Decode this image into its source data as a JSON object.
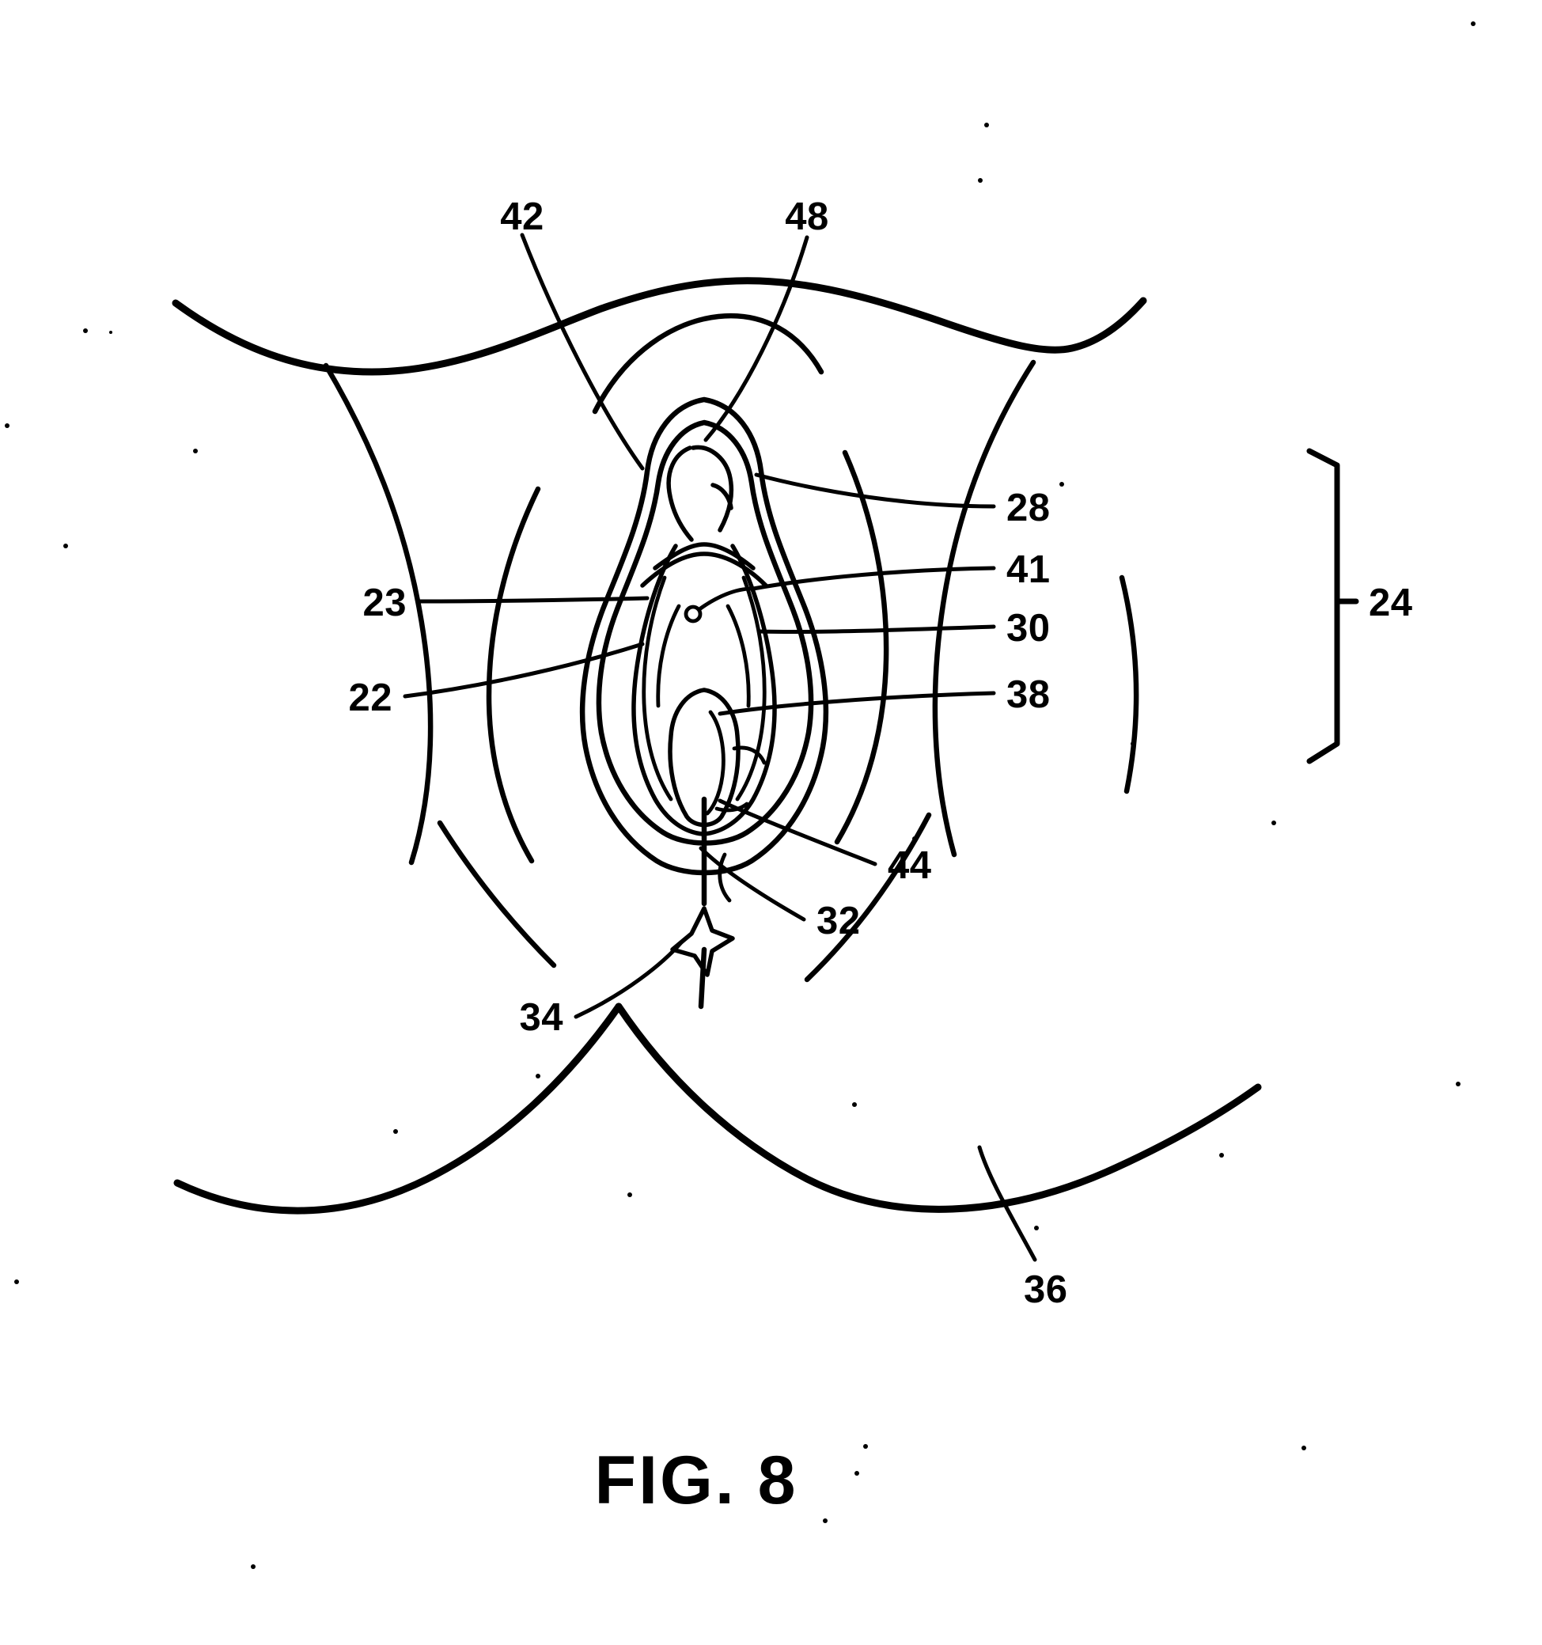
{
  "figure": {
    "caption": "FIG. 8",
    "background_color": "#ffffff",
    "ink_color": "#000000",
    "description": "Patent line drawing of female external genital anatomy in frontal view with numbered reference callouts"
  },
  "reference_labels": {
    "top_left": "42",
    "top_right": "48",
    "right_1": "28",
    "right_2": "41",
    "right_3": "30",
    "right_4": "38",
    "left_1": "23",
    "left_2": "22",
    "bracket_label": "24",
    "lower_right": "44",
    "lower_center": "32",
    "lower_left": "34",
    "bottom_right": "36"
  }
}
